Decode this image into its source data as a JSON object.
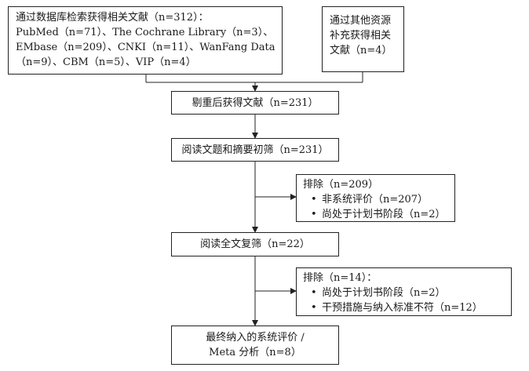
{
  "source_box": {
    "lines": [
      "通过数据库检索获得相关文献（n=312）：",
      "PubMed（n=71）、The Cochrane Library（n=3）、",
      "EMbase（n=209）、CNKI（n=11）、WanFang Data",
      "（n=9）、CBM（n=5）、VIP（n=4）"
    ]
  },
  "other_sources_box": {
    "lines": [
      "通过其他资源",
      "补充获得相关",
      "文献（n=4）"
    ]
  },
  "dedup_box": {
    "label": "剔重后获得文献（n=231）"
  },
  "screen_box": {
    "label": "阅读文题和摘要初筛（n=231）"
  },
  "exclude1_box": {
    "title": "排除（n=209）",
    "items": [
      "非系统评价（n=207）",
      "尚处于计划书阶段（n=2）"
    ]
  },
  "fulltext_box": {
    "label": "阅读全文复筛（n=22）"
  },
  "exclude2_box": {
    "title": "排除（n=14）：",
    "items": [
      "尚处于计划书阶段（n=2）",
      "干预措施与纳入标准不符（n=12）"
    ]
  },
  "final_box": {
    "lines": [
      "最终纳入的系统评价 /",
      "Meta 分析（n=8）"
    ]
  }
}
